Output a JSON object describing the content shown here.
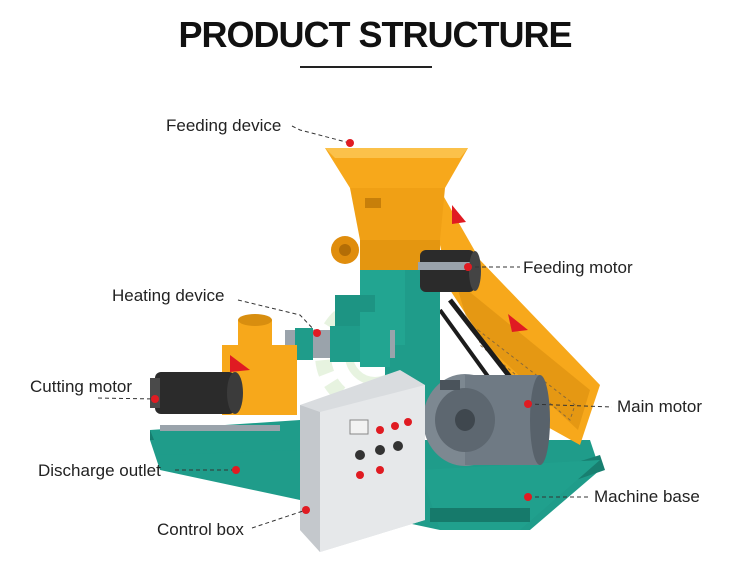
{
  "title": "PRODUCT STRUCTURE",
  "colors": {
    "accent_orange": "#f7a81b",
    "frame_teal": "#1f9c8a",
    "motor_gray": "#6f7a84",
    "control_box": "#e6e8ea",
    "marker_red": "#e01b22",
    "belt_black": "#1c1c1c"
  },
  "labels": [
    {
      "id": "feeding-device",
      "text": "Feeding device",
      "side": "left"
    },
    {
      "id": "feeding-motor",
      "text": "Feeding motor",
      "side": "right"
    },
    {
      "id": "heating-device",
      "text": "Heating device",
      "side": "left"
    },
    {
      "id": "cutting-motor",
      "text": "Cutting motor",
      "side": "left"
    },
    {
      "id": "main-motor",
      "text": "Main motor",
      "side": "right"
    },
    {
      "id": "discharge-outlet",
      "text": "Discharge outlet",
      "side": "left"
    },
    {
      "id": "machine-base",
      "text": "Machine base",
      "side": "right"
    },
    {
      "id": "control-box",
      "text": "Control box",
      "side": "left"
    }
  ]
}
